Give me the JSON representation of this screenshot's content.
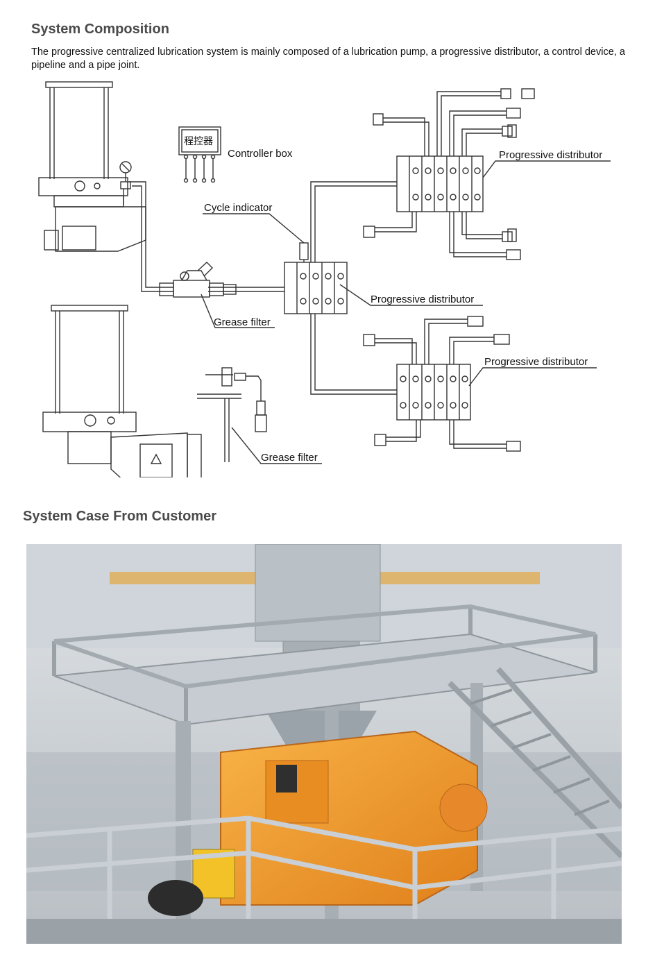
{
  "section1": {
    "title": "System Composition",
    "intro": "The progressive centralized lubrication system is mainly composed of a lubrication pump, a progressive distributor, a control device, a pipeline and a pipe joint."
  },
  "diagram": {
    "controller_text": "程控器",
    "labels": {
      "controller_box": "Controller box",
      "cycle_indicator": "Cycle indicator",
      "distributor_top": "Progressive distributor",
      "distributor_center": "Progressive distributor",
      "distributor_bottom": "Progressive distributor",
      "grease_filter_1": "Grease filter",
      "grease_filter_2": "Grease filter"
    }
  },
  "section2": {
    "title": "System Case From Customer"
  },
  "colors": {
    "heading": "#4a4a4a",
    "line": "#333333",
    "mixer_orange": "#f39a2b",
    "steel": "#c9ced3"
  }
}
